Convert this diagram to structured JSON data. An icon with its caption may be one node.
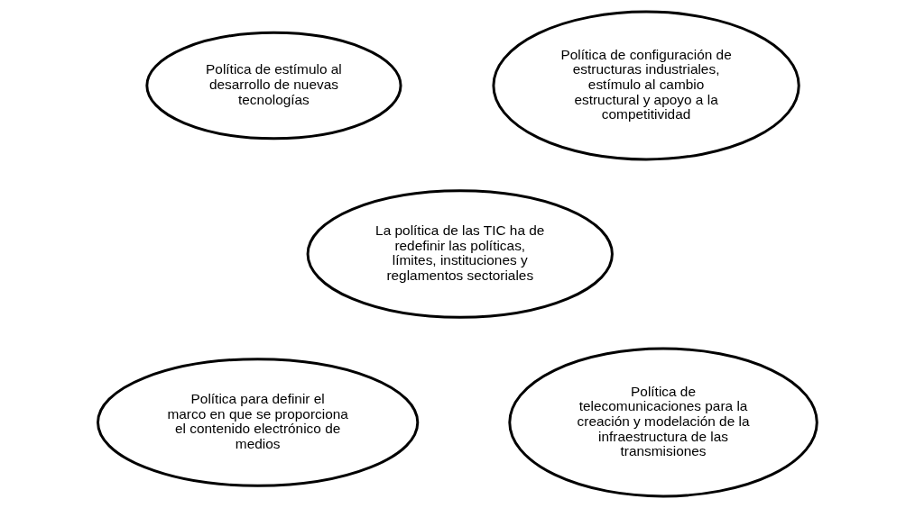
{
  "diagram": {
    "nodes": [
      {
        "text": [
          "Política de estímulo al desarrollo de nuevas tecnologías"
        ]
      },
      {
        "text": [
          "Política de configuración de estructuras industriales, estímulo al cambio estructural y apoyo a la competitividad"
        ]
      },
      {
        "text": [
          "La política de las TIC ha de redefinir las políticas, límites, instituciones y reglamentos sectoriales"
        ]
      },
      {
        "text": [
          "Política para definir el marco en que se proporciona el contenido electrónico de medios"
        ]
      },
      {
        "text": [
          "Política de telecomunicaciones para la creación y modelación de la infraestructura de las transmisiones"
        ]
      }
    ]
  }
}
